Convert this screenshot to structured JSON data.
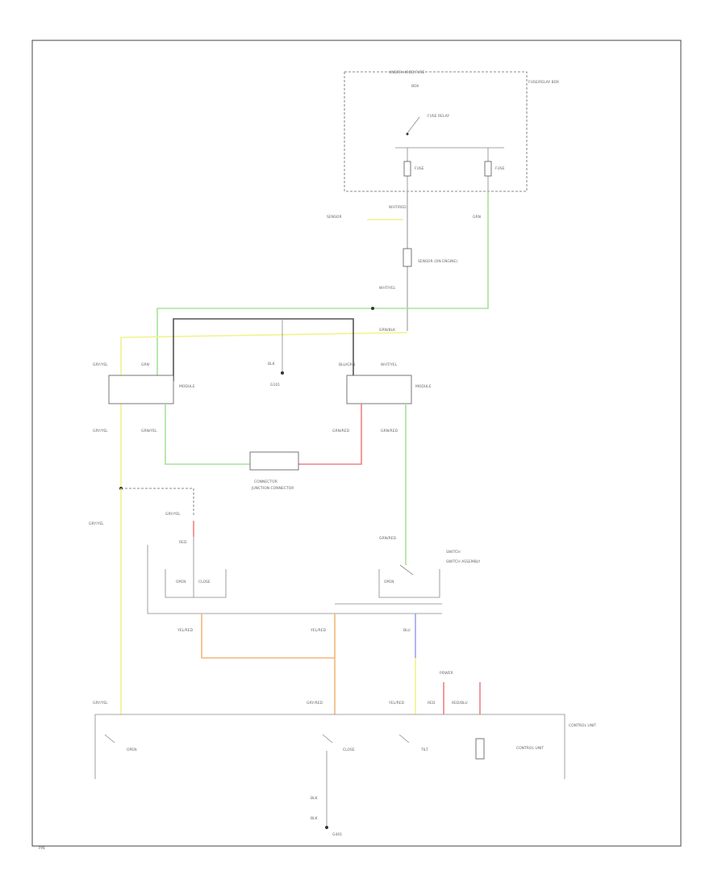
{
  "colors": {
    "wire_green": "#a6e39a",
    "wire_yellow": "#f2f28c",
    "wire_red": "#f08080",
    "wire_orange": "#f4b67a",
    "wire_blue": "#9aa3f0",
    "wire_gray": "#555555",
    "wire_black": "#333333"
  },
  "labels": {
    "fuse_box_header": "UNDER-HOOD FUSE",
    "fuse_box_top": "BOX",
    "fuse_box_relay": "FUSE RELAY",
    "fuse_box_right": "FUSE/RELAY BOX",
    "fuse_a": "FUSE",
    "fuse_b": "FUSE",
    "wire_a": "WHT/RED",
    "wire_b": "GRN",
    "sensor_box": "SENSOR",
    "sensor_detail": "SENSOR (ON ENGINE)",
    "wire_c": "WHT/YEL",
    "wire_d": "GRN/BLK",
    "center_wire": "BLK",
    "center_ground": "G101",
    "left_module": "MODULE",
    "right_module": "MODULE",
    "left_wire_top_a": "GRY/YEL",
    "left_wire_top_b": "GRN",
    "right_wire_top_a": "BLU/GRN",
    "right_wire_top_b": "WHT/YEL",
    "left_wire_mid_a": "GRY/YEL",
    "left_wire_mid_b": "GRN/YEL",
    "right_wire_mid_a": "GRN/RED",
    "right_wire_mid_b": "GRN/RED",
    "connector_center": "CONNECTOR",
    "connector_center_detail": "JUNCTION CONNECTOR",
    "left_down_wire": "GRY/YEL",
    "left_small_wire": "GRY/YEL",
    "left_red_wire": "RED",
    "right_down_wire": "GRN/RED",
    "switch_box_label": "SWITCH",
    "switch_box_detail": "SWITCH ASSEMBLY",
    "switch_a": "OPEN",
    "switch_b": "CLOSE",
    "switch_c": "OPEN",
    "mid_wire_left": "YEL/RED",
    "mid_wire_right": "YEL/RED",
    "blu_wire": "BLU",
    "power_label": "POWER",
    "bottom_wire_1": "GRY/YEL",
    "bottom_wire_2": "GRY/RED",
    "bottom_wire_3": "YEL/RED",
    "bottom_wire_4": "RED",
    "bottom_wire_5": "RED/BLU",
    "unit_label": "CONTROL UNIT",
    "bottom_sw_1": "OPEN",
    "bottom_sw_2": "CLOSE",
    "bottom_sw_3": "TILT",
    "bottom_sw_4": "CONTROL UNIT",
    "ground_wire": "BLK",
    "ground_wire_2": "BLK",
    "ground_label": "G401",
    "corner_code": "P/N"
  }
}
